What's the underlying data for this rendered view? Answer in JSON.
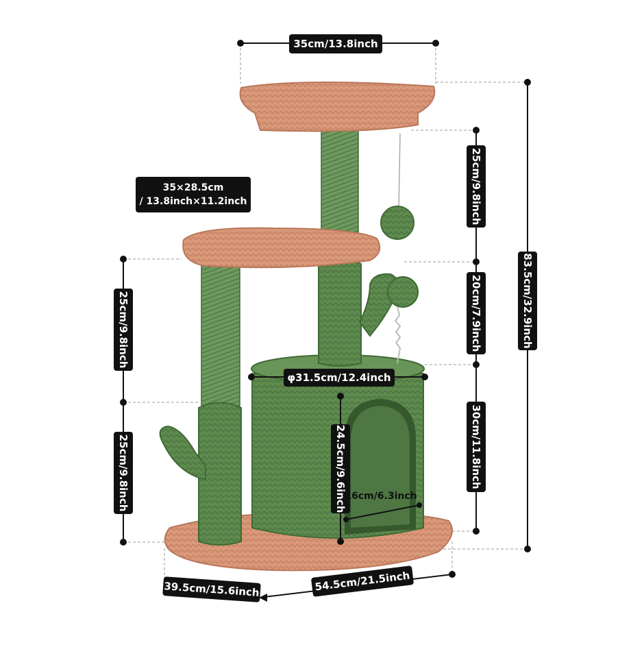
{
  "product": {
    "kind": "cactus cat tree",
    "colors": {
      "pad": "#D9987A",
      "pad_dark": "#B8775A",
      "green": "#5E8A4E",
      "green_dark": "#3F6A35",
      "label_bg": "#111111",
      "label_text": "#ffffff"
    }
  },
  "dimensions": {
    "top_width": "35cm/13.8inch",
    "middle_platform_line1": "35×28.5cm",
    "middle_platform_line2": "/ 13.8inch×11.2inch",
    "left_upper_height": "25cm/9.8inch",
    "left_lower_height": "25cm/9.8inch",
    "right_top_post": "25cm/9.8inch",
    "right_middle": "20cm/7.9inch",
    "right_lower": "30cm/11.8inch",
    "total_height": "83.5cm/32.9inch",
    "condo_diameter": "φ31.5cm/12.4inch",
    "condo_height": "24.5cm/9.6inch",
    "door_width": "16cm/6.3inch",
    "base_depth": "39.5cm/15.6inch",
    "base_width": "54.5cm/21.5inch"
  }
}
